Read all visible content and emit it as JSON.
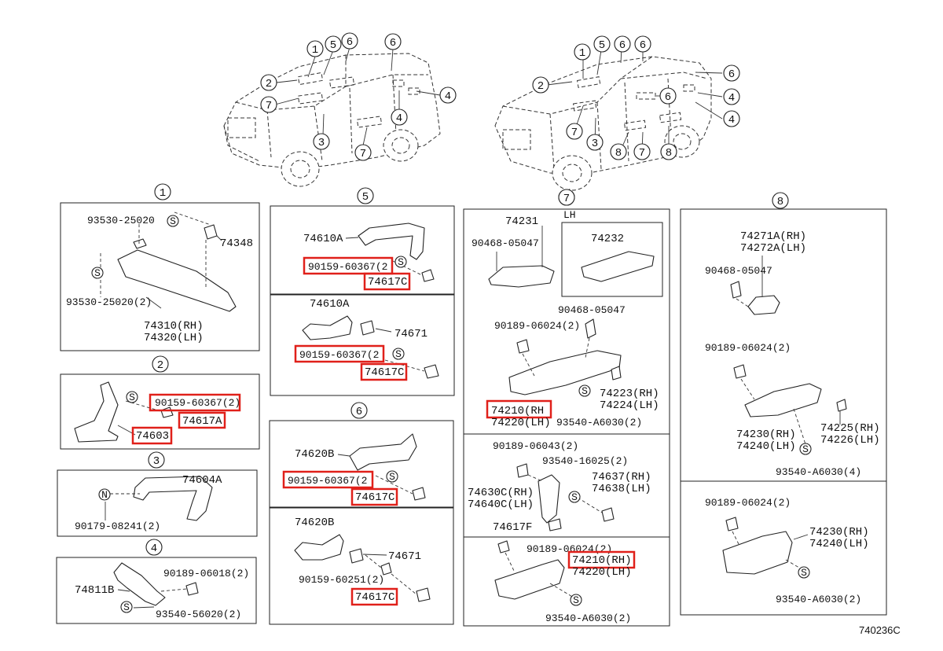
{
  "callout_numbers": {
    "n1": "1",
    "n2": "2",
    "n3": "3",
    "n4": "4",
    "n5": "5",
    "n6": "6",
    "n7": "7",
    "n8": "8"
  },
  "section_titles": {
    "s1": "1",
    "s2": "2",
    "s3": "3",
    "s4": "4",
    "s5": "5",
    "s6": "6",
    "s7": "7",
    "s8": "8"
  },
  "lh_label": "LH",
  "symbols": {
    "s": "S",
    "n": "N"
  },
  "section1": {
    "p_93530_a": "93530-25020",
    "p_74348": "74348",
    "p_93530_b": "93530-25020(2)",
    "p_74310": "74310(RH)",
    "p_74320": "74320(LH)"
  },
  "section2": {
    "p_90159": "90159-60367(2)",
    "p_74617a": "74617A",
    "p_74603": "74603"
  },
  "section3": {
    "p_74604a": "74604A",
    "p_90179": "90179-08241(2)"
  },
  "section4": {
    "p_90189": "90189-06018(2)",
    "p_74811b": "74811B",
    "p_93540": "93540-56020(2)"
  },
  "section5": {
    "p_74610a_1": "74610A",
    "p_90159_1": "90159-60367(2",
    "p_74617c_1": "74617C",
    "p_74610a_2": "74610A",
    "p_74671": "74671",
    "p_90159_2": "90159-60367(2",
    "p_74617c_2": "74617C"
  },
  "section6": {
    "p_74620b_1": "74620B",
    "p_90159_1": "90159-60367(2",
    "p_74617c_1": "74617C",
    "p_74620b_2": "74620B",
    "p_74671": "74671",
    "p_90159_60251": "90159-60251(2)",
    "p_74617c_2": "74617C"
  },
  "section7": {
    "p_74231": "74231",
    "p_74232": "74232",
    "p_90468": "90468-05047",
    "p_90468_b": "90468-05047",
    "p_90189": "90189-06024(2)",
    "p_74210_a": "74210(RH",
    "p_74220_a": "74220(LH)",
    "p_74223": "74223(RH)",
    "p_74224": "74224(LH)",
    "p_93540_a": "93540-A6030(2)",
    "p_90189_06043": "90189-06043(2)",
    "p_93540_16025": "93540-16025(2)",
    "p_74630c": "74630C(RH)",
    "p_74640c": "74640C(LH)",
    "p_74637": "74637(RH)",
    "p_74638": "74638(LH)",
    "p_74617f": "74617F",
    "p_90189_b": "90189-06024(2)",
    "p_74210_b": "74210(RH)",
    "p_74220_b": "74220(LH)",
    "p_93540_b": "93540-A6030(2)"
  },
  "section8": {
    "p_74271a": "74271A(RH)",
    "p_74272a": "74272A(LH)",
    "p_90468": "90468-05047",
    "p_90189": "90189-06024(2)",
    "p_74230": "74230(RH)",
    "p_74240": "74240(LH)",
    "p_74225": "74225(RH)",
    "p_74226": "74226(LH)",
    "p_93540_a": "93540-A6030(4)",
    "p_90189_b": "90189-06024(2)",
    "p_74230_b": "74230(RH)",
    "p_74240_b": "74240(LH)",
    "p_93540_b": "93540-A6030(2)"
  },
  "figure_code": "740236C",
  "colors": {
    "highlight": "#e0201a",
    "line": "#222222",
    "background": "#ffffff"
  }
}
